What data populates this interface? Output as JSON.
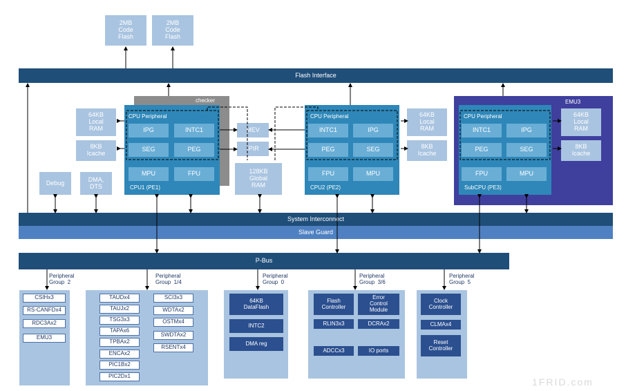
{
  "flash_blocks": [
    "2MB\nCode\nFlash",
    "2MB\nCode\nFlash"
  ],
  "flash_interface": "Flash Interface",
  "system_interconnect": "System Interconnect",
  "slave_guard": "Slave   Guard",
  "pbus": "P-Bus",
  "checker": "checker",
  "emu3": "EMU3",
  "mev": "MEV",
  "ipir": "IPIR",
  "global_ram": "128KB\nGlobal\nRAM",
  "debug": "Debug",
  "dma_dts": "DMA,\nDTS",
  "cpu1": {
    "peripheral": "CPU Peripheral",
    "row1": [
      "IPG",
      "INTC1"
    ],
    "row2": [
      "SEG",
      "PEG"
    ],
    "row3": [
      "MPU",
      "FPU"
    ],
    "name": "CPU1 (PE1)",
    "local_ram": "64KB\nLocal\nRAM",
    "icache": "8KB\nIcache"
  },
  "cpu2": {
    "peripheral": "CPU Peripheral",
    "row1": [
      "INTC1",
      "IPG"
    ],
    "row2": [
      "PEG",
      "SEG"
    ],
    "row3": [
      "FPU",
      "MPU"
    ],
    "name": "CPU2 (PE2)",
    "local_ram": "64KB\nLocal\nRAM",
    "icache": "8KB\nIcache"
  },
  "cpu3": {
    "peripheral": "CPU Peripheral",
    "row1": [
      "INTC1",
      "IPG"
    ],
    "row2": [
      "PEG",
      "SEG"
    ],
    "row3": [
      "FPU",
      "MPU"
    ],
    "name": "SubCPU (PE3)",
    "local_ram": "64KB\nLocal\nRAM",
    "icache": "8KB\nIcache"
  },
  "groups": {
    "g2": {
      "label": "Peripheral\nGroup  2",
      "items": [
        "CSIHx3",
        "RS-CANFDx4",
        "RDC3Ax2",
        "EMU3"
      ]
    },
    "g14": {
      "label": "Peripheral\nGroup  1/4",
      "col1": [
        "TAUDx4",
        "TAUJx2",
        "TSG3x3",
        "TAPAx6",
        "TPBAx2",
        "ENCAx2",
        "PIC1Bx2",
        "PIC2Dx1"
      ],
      "col2": [
        "SCI3x3",
        "WDTAx2",
        "OSTMx4",
        "SWDTAx2",
        "RSENTx4"
      ]
    },
    "g0": {
      "label": "Peripheral\nGroup  0",
      "items": [
        "64KB\nDataFlash",
        "INTC2",
        "DMA reg"
      ]
    },
    "g36": {
      "label": "Peripheral\nGroup  3/6",
      "items": [
        "Flash\nController",
        "Error\nControl\nModule",
        "RLIN3x3",
        "DCRAx2",
        "ADCCx3",
        "IO ports"
      ]
    },
    "g5": {
      "label": "Peripheral\nGroup  5",
      "items": [
        "Clock\nController",
        "CLMAx4",
        "Reset\nController"
      ]
    }
  },
  "watermark": "1FRID.com"
}
